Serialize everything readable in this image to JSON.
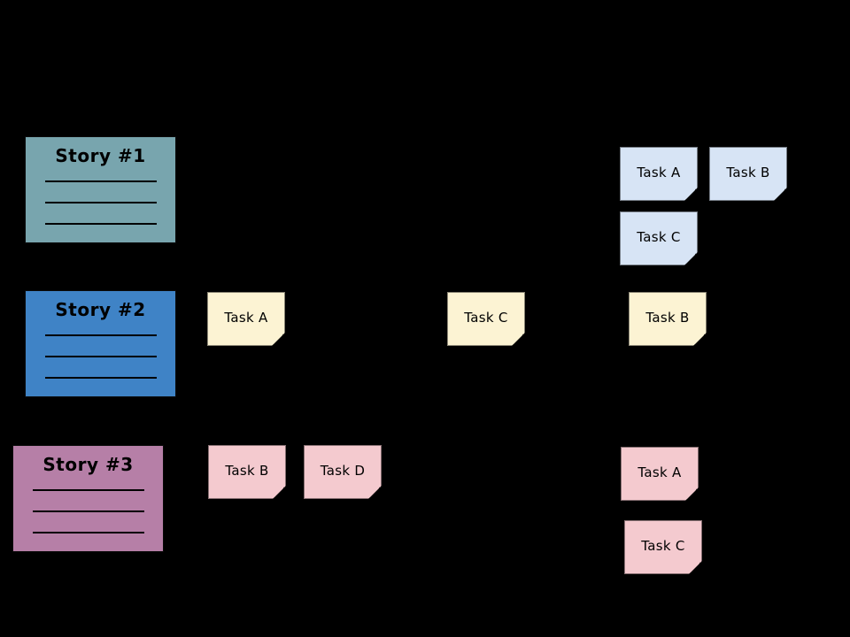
{
  "canvas": {
    "background": "#000000"
  },
  "stories": [
    {
      "label": "Story #1",
      "color": "#78A5AE",
      "ruled_lines": 3
    },
    {
      "label": "Story #2",
      "color": "#3F83C6",
      "ruled_lines": 3
    },
    {
      "label": "Story #3",
      "color": "#B67FA7",
      "ruled_lines": 3
    }
  ],
  "notes": [
    {
      "label": "Task A",
      "color": "#D7E4F5",
      "row": "story-1"
    },
    {
      "label": "Task B",
      "color": "#D7E4F5",
      "row": "story-1"
    },
    {
      "label": "Task C",
      "color": "#D7E4F5",
      "row": "story-1"
    },
    {
      "label": "Task A",
      "color": "#FCF3D3",
      "row": "story-2"
    },
    {
      "label": "Task C",
      "color": "#FCF3D3",
      "row": "story-2"
    },
    {
      "label": "Task B",
      "color": "#FCF3D3",
      "row": "story-2"
    },
    {
      "label": "Task B",
      "color": "#F4CACF",
      "row": "story-3"
    },
    {
      "label": "Task D",
      "color": "#F4CACF",
      "row": "story-3"
    },
    {
      "label": "Task A",
      "color": "#F4CACF",
      "row": "story-3"
    },
    {
      "label": "Task C",
      "color": "#F4CACF",
      "row": "story-3"
    }
  ]
}
